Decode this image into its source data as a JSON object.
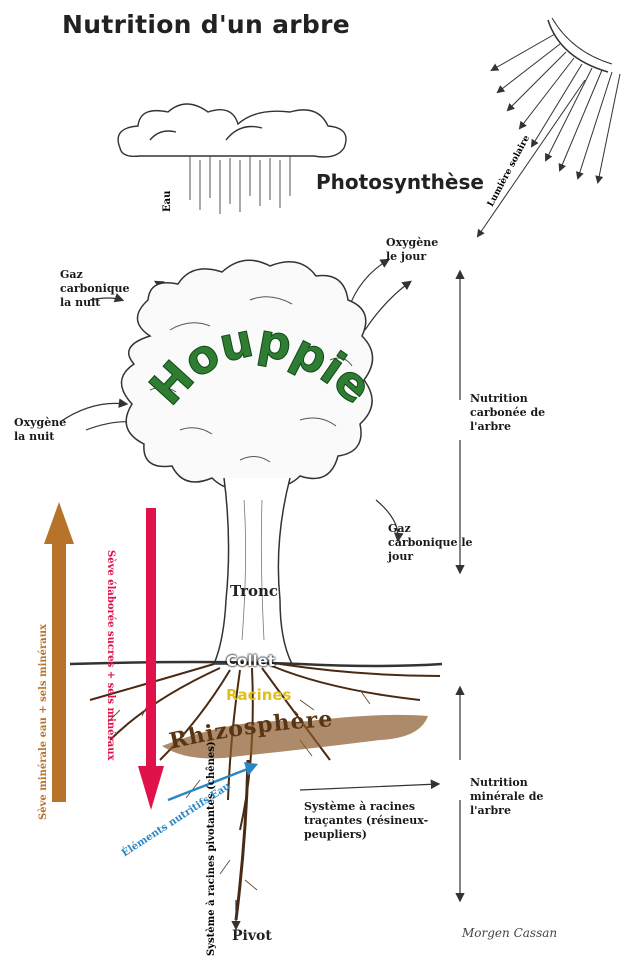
{
  "title": "Nutrition d'un arbre",
  "labels": {
    "photosynthese": "Photosynthèse",
    "eau_rain": "Eau",
    "lumiere": "Lumière solaire",
    "gaz_nuit": "Gaz carbonique la nuit",
    "oxygene_jour": "Oxygène le jour",
    "oxygene_nuit": "Oxygène la nuit",
    "gaz_jour": "Gaz carbonique le jour",
    "houppier": "Houppier",
    "tronc": "Tronc",
    "collet": "Collet",
    "racines": "Racines",
    "rhizosphere": "Rhizosphère",
    "pivot": "Pivot",
    "nutrition_carbonee": "Nutrition carbonée de l'arbre",
    "nutrition_minerale": "Nutrition minérale de l'arbre",
    "systeme_tracantes": "Système à racines traçantes (résineux-peupliers)",
    "systeme_pivotantes": "Système à racines pivotantes (chênes)",
    "seve_minerale": "Sève minérale eau + sels minéraux",
    "seve_elaboree": "Sève élaborée sucres + sels minéraux",
    "elements_eau": "Éléments nutritifs Eau",
    "signature": "Morgen Cassan"
  },
  "colors": {
    "foliage": "#2e7d32",
    "seve_minerale": "#b8732a",
    "seve_elaboree": "#e0124a",
    "elements_eau": "#2a86c4",
    "soil": "#8a5a2b",
    "racines_text": "#e0c020"
  }
}
